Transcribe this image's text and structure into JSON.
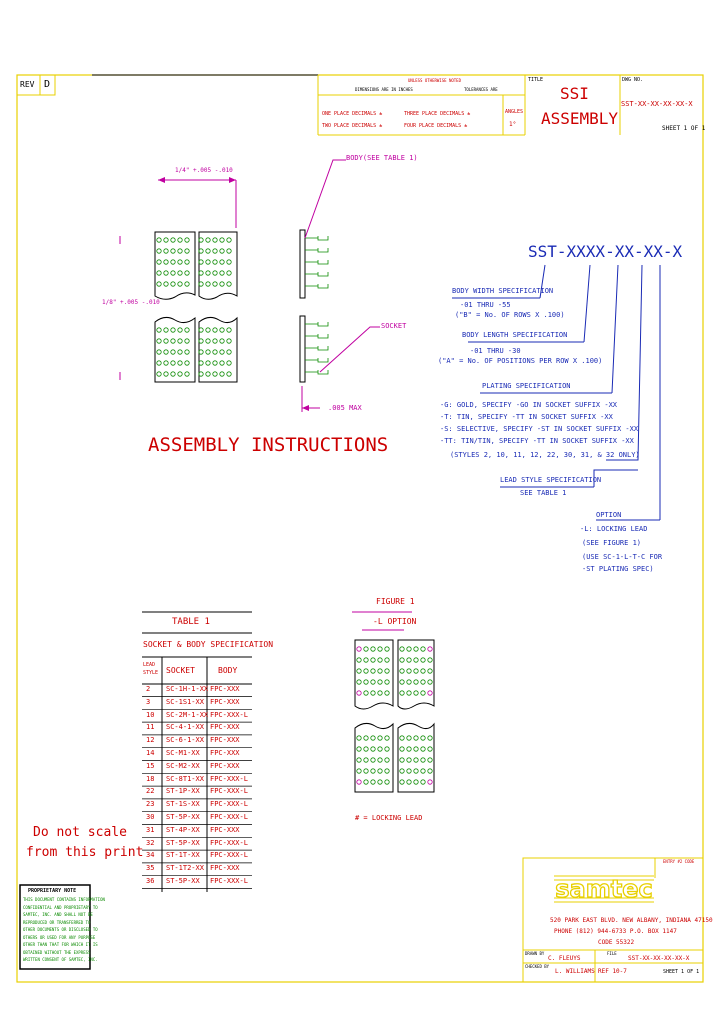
{
  "revision": {
    "label": "REV",
    "value": "D"
  },
  "tolerance_block": {
    "note": "UNLESS OTHERWISE NOTED",
    "dims": "DIMENSIONS ARE IN INCHES",
    "tol": "TOLERANCES ARE",
    "one": "ONE PLACE DECIMALS ±",
    "two": "TWO PLACE DECIMALS ±",
    "three": "THREE PLACE DECIMALS ±",
    "four": "FOUR PLACE DECIMALS ±",
    "angles": "ANGLES",
    "angles_val": "1°"
  },
  "title_block": {
    "title_label": "TITLE",
    "title_line1": "SSI",
    "title_line2": "ASSEMBLY",
    "dwg_label": "DWG NO.",
    "dwg_no": "SST-XX-XX-XX-XX-X",
    "sheet": "SHEET 1 OF 1"
  },
  "drawing": {
    "callout_body": "BODY(SEE TABLE 1)",
    "callout_socket": "SOCKET",
    "dim_width": "1/4\" +.005 -.010",
    "dim_height": "1/8\" +.005 -.010",
    "dim_max": ".005 MAX",
    "assembly_title": "ASSEMBLY INSTRUCTIONS"
  },
  "part_number": {
    "code": "SST-XXXX-XX-XX-X",
    "body_width": {
      "title": "BODY WIDTH SPECIFICATION",
      "lines": [
        "-01 THRU -55",
        "(\"B\" = No. OF ROWS X .100)"
      ]
    },
    "body_length": {
      "title": "BODY LENGTH SPECIFICATION",
      "lines": [
        "-01 THRU -30",
        "(\"A\" = No. OF POSITIONS PER ROW X .100)"
      ]
    },
    "plating": {
      "title": "PLATING SPECIFICATION",
      "lines": [
        "-G: GOLD, SPECIFY -GO IN SOCKET SUFFIX -XX",
        "-T: TIN, SPECIFY -TT IN SOCKET SUFFIX -XX",
        "-S: SELECTIVE, SPECIFY -ST IN SOCKET SUFFIX -XX",
        "-TT: TIN/TIN, SPECIFY -TT IN SOCKET SUFFIX -XX",
        "(STYLES 2, 10, 11, 12, 22, 30, 31, & 32 ONLY)"
      ]
    },
    "lead_style": {
      "title": "LEAD STYLE SPECIFICATION",
      "lines": [
        "SEE TABLE 1"
      ]
    },
    "option": {
      "title": "OPTION",
      "lines": [
        "-L: LOCKING LEAD",
        "(SEE FIGURE 1)",
        "(USE SC-1-L-T-C FOR",
        "-ST PLATING SPEC)"
      ]
    }
  },
  "table1": {
    "title": "TABLE 1",
    "subtitle": "SOCKET & BODY SPECIFICATION",
    "headers": [
      "LEAD STYLE",
      "SOCKET",
      "BODY"
    ],
    "rows": [
      [
        "2",
        "SC-1H-1-XX",
        "FPC-XXX"
      ],
      [
        "3",
        "SC-1S1-XX",
        "FPC-XXX"
      ],
      [
        "10",
        "SC-2M-1-XX",
        "FPC-XXX-L"
      ],
      [
        "11",
        "SC-4-1-XX",
        "FPC-XXX"
      ],
      [
        "12",
        "SC-6-1-XX",
        "FPC-XXX"
      ],
      [
        "14",
        "SC-M1-XX",
        "FPC-XXX"
      ],
      [
        "15",
        "SC-M2-XX",
        "FPC-XXX"
      ],
      [
        "18",
        "SC-8T1-XX",
        "FPC-XXX-L"
      ],
      [
        "22",
        "ST-1P-XX",
        "FPC-XXX-L"
      ],
      [
        "23",
        "ST-1S-XX",
        "FPC-XXX-L"
      ],
      [
        "30",
        "ST-5P-XX",
        "FPC-XXX-L"
      ],
      [
        "31",
        "ST-4P-XX",
        "FPC-XXX"
      ],
      [
        "32",
        "ST-5P-XX",
        "FPC-XXX-L"
      ],
      [
        "34",
        "ST-1T-XX",
        "FPC-XXX-L"
      ],
      [
        "35",
        "ST-1T2-XX",
        "FPC-XXX"
      ],
      [
        "36",
        "ST-5P-XX",
        "FPC-XXX-L"
      ]
    ]
  },
  "figure1": {
    "title": "FIGURE 1",
    "subtitle": "-L OPTION",
    "legend": "# = LOCKING LEAD"
  },
  "note_scale": [
    "Do not scale",
    "from this print"
  ],
  "proprietary": {
    "title": "PROPRIETARY NOTE",
    "lines": [
      "THIS DOCUMENT CONTAINS INFORMATION",
      "CONFIDENTIAL AND PROPRIETARY TO",
      "SAMTEC, INC. AND SHALL NOT BE",
      "REPRODUCED OR TRANSFERRED TO",
      "OTHER DOCUMENTS OR DISCLOSED TO",
      "OTHERS OR USED FOR ANY PURPOSE",
      "OTHER THAN THAT FOR WHICH IT IS",
      "OBTAINED WITHOUT THE EXPRESS",
      "WRITTEN CONSENT OF SAMTEC, INC."
    ]
  },
  "company": {
    "logo": "samtec",
    "cage": "ENTRY #2 CODE",
    "address": "520 PARK EAST BLVD. NEW ALBANY, INDIANA 47150",
    "phone": "PHONE (812) 944-6733  P.O. BOX 1147",
    "code": "CODE 55322",
    "drawn_label": "DRAWN BY",
    "drawn": "C. FLEUYS",
    "checked_label": "CHECKED BY",
    "checked": "L. WILLIAMS",
    "date": "REF 10-7",
    "file_label": "FILE",
    "file": "SST-XX-XX-XX-XX-X",
    "sheet": "SHEET 1 OF 1"
  }
}
